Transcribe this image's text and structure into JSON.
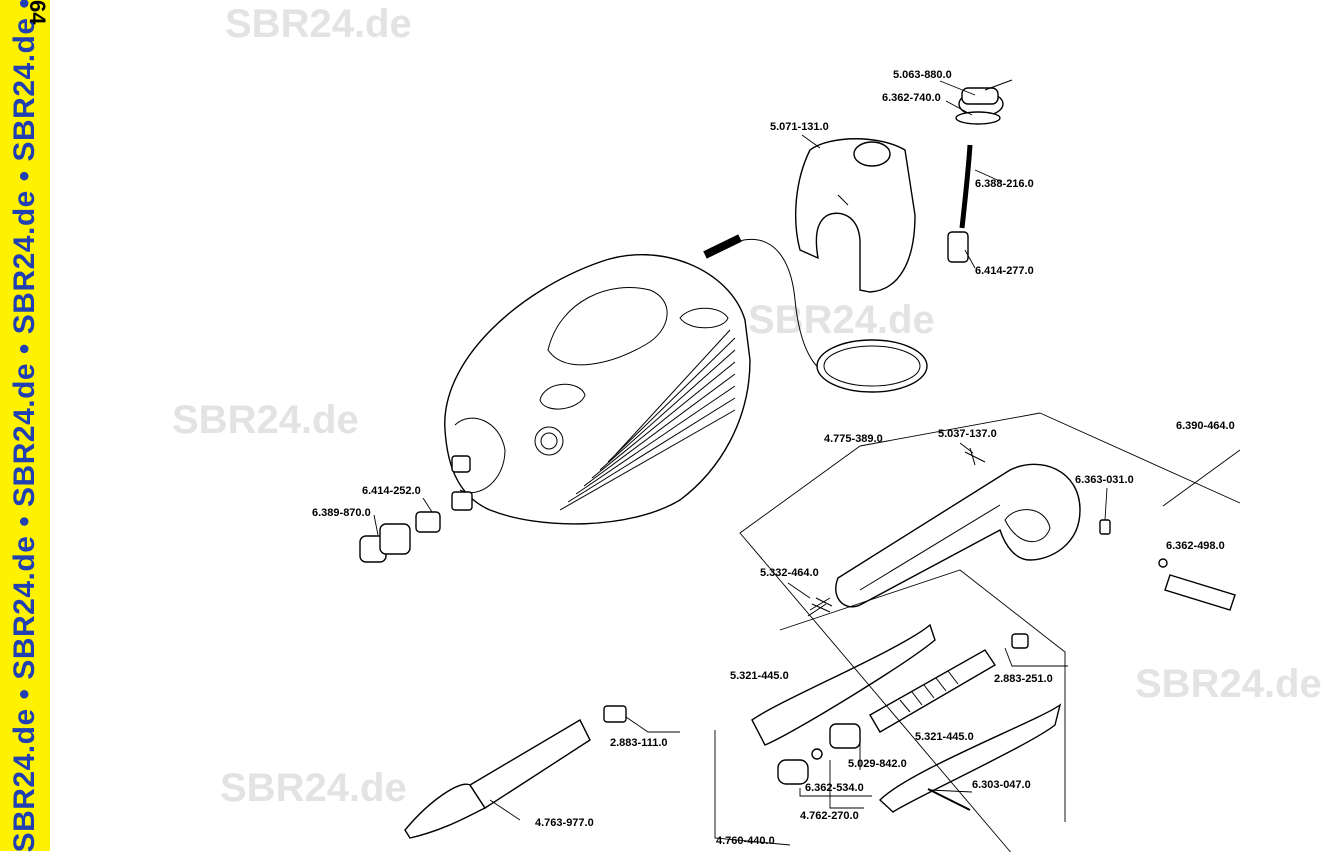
{
  "page_number": "64",
  "stripe": {
    "text": "SBR24.de  •  SBR24.de  •  SBR24.de  •  SBR24.de  •  SBR24.de  •",
    "background": "#fff200",
    "text_color": "#1f3fb3"
  },
  "watermarks": [
    "SBR24.de",
    "SBR24.de",
    "SBR24.de",
    "SBR24.de",
    "SBR24.de"
  ],
  "part_labels": {
    "p5063880": "5.063-880.0",
    "p6362740": "6.362-740.0",
    "p5071131": "5.071-131.0",
    "p6388216": "6.388-216.0",
    "p6414277": "6.414-277.0",
    "p4775389": "4.775-389.0",
    "p5037137": "5.037-137.0",
    "p6390464": "6.390-464.0",
    "p6363031": "6.363-031.0",
    "p6414252": "6.414-252.0",
    "p6389870": "6.389-870.0",
    "p6362498": "6.362-498.0",
    "p5332464": "5.332-464.0",
    "p5321445a": "5.321-445.0",
    "p2883251": "2.883-251.0",
    "p5321445b": "5.321-445.0",
    "p2883111": "2.883-111.0",
    "p5029842": "5.029-842.0",
    "p6303047": "6.303-047.0",
    "p6362534": "6.362-534.0",
    "p4762270": "4.762-270.0",
    "p4763977": "4.763-977.0",
    "p4760440": "4.760-440.0"
  }
}
